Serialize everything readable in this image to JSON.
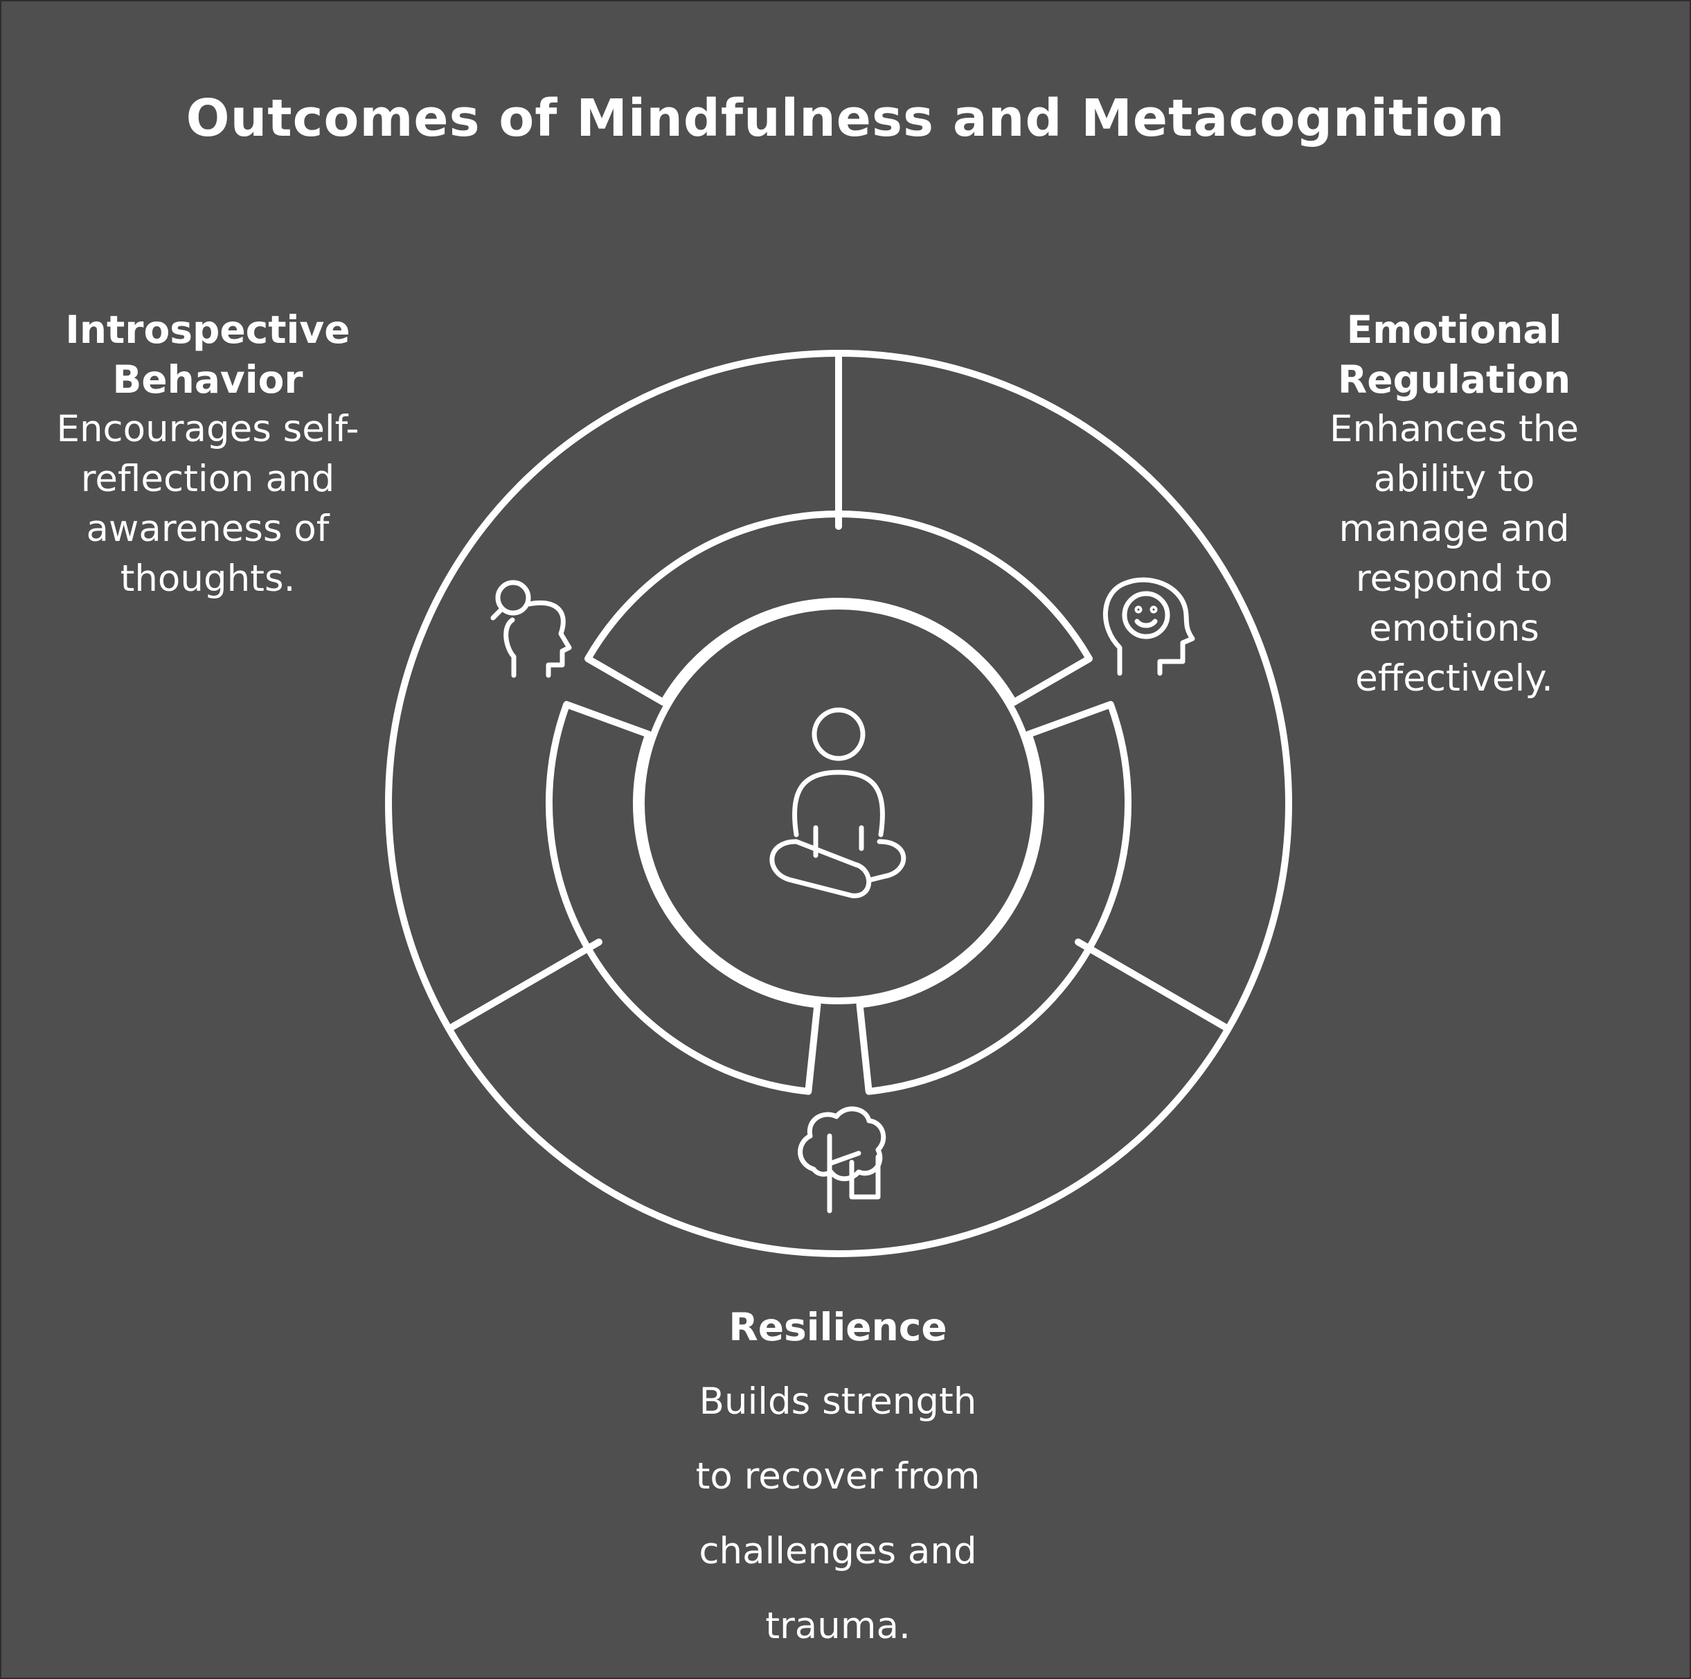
{
  "title": "Outcomes of Mindfulness and Metacognition",
  "center": {
    "icon": "meditation-person-icon"
  },
  "segments": [
    {
      "id": "introspective",
      "title_line1": "Introspective",
      "title_line2": "Behavior",
      "description": [
        "Encourages self-",
        "reflection and",
        "awareness of",
        "thoughts."
      ],
      "icon": "person-magnifier-icon"
    },
    {
      "id": "emotional",
      "title_line1": "Emotional",
      "title_line2": "Regulation",
      "description": [
        "Enhances the",
        "ability to",
        "manage and",
        "respond to",
        "emotions",
        "effectively."
      ],
      "icon": "smiling-head-icon"
    },
    {
      "id": "resilience",
      "title_line1": "Resilience",
      "description": [
        "Builds strength",
        "to recover from",
        "challenges and",
        "trauma."
      ],
      "icon": "tree-icon"
    }
  ],
  "colors": {
    "background": "#4f4f4f",
    "stroke": "#ffffff"
  }
}
